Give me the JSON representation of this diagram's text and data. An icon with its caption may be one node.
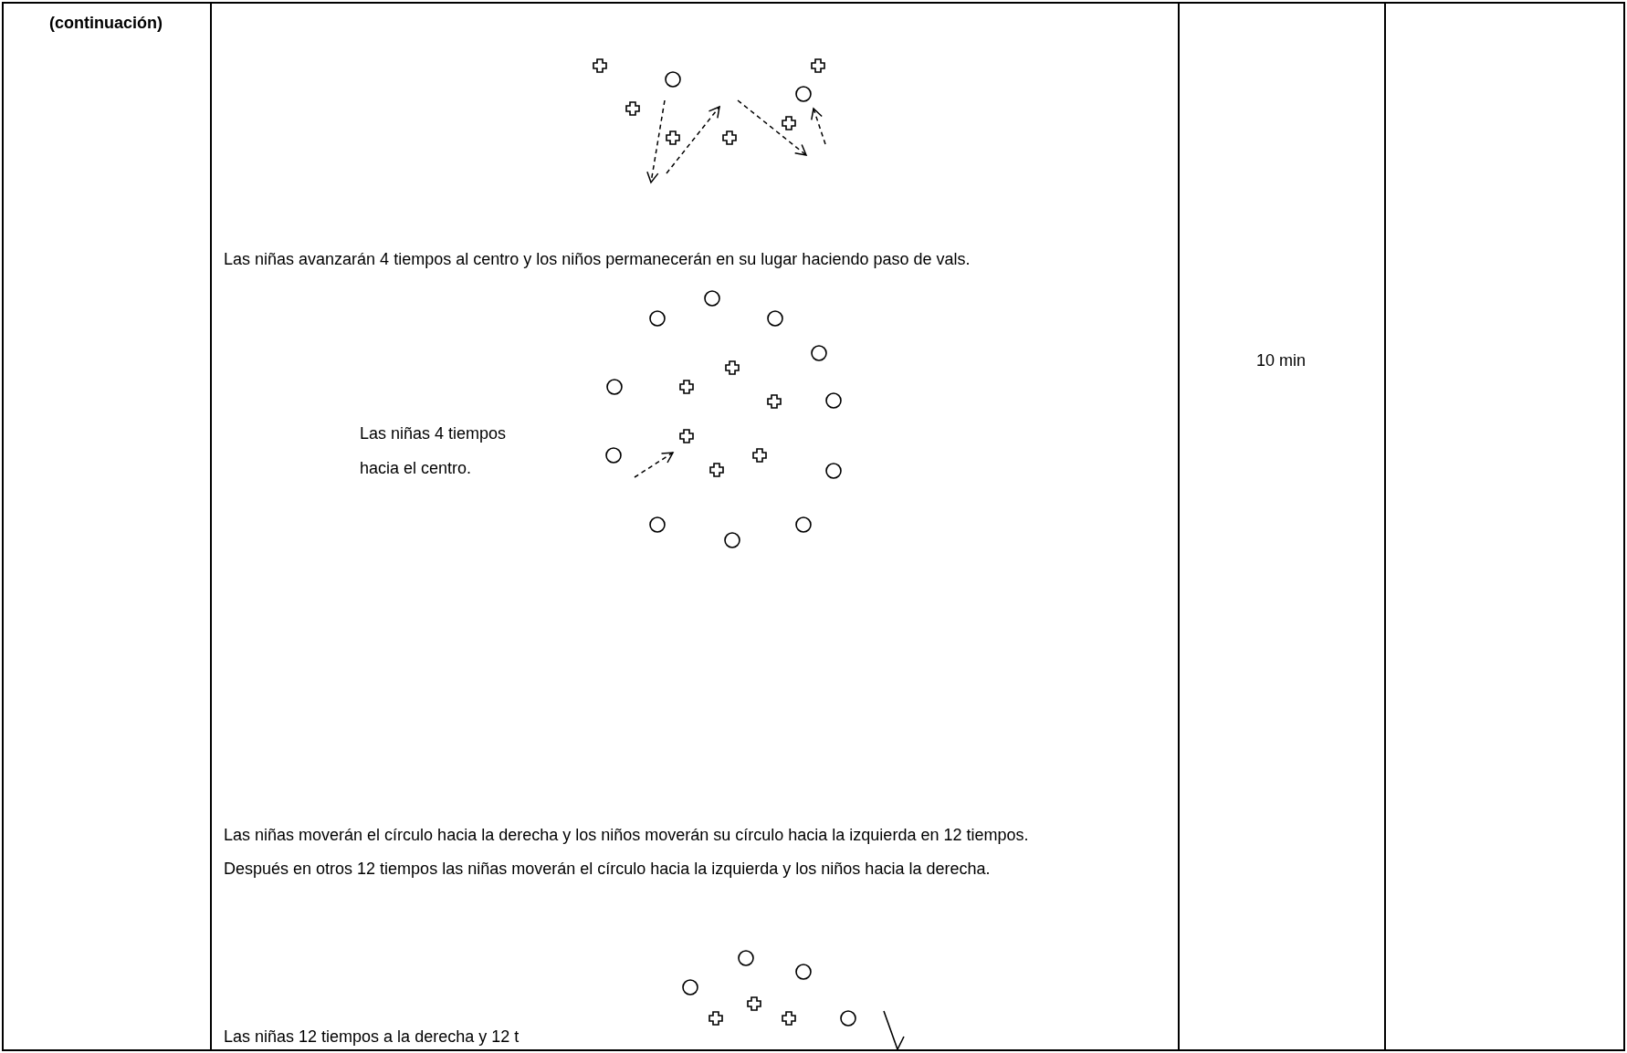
{
  "diagram": {
    "labels": [
      "(continuación)",
      "Las niñas avanzarán 4 tiempos al centro y los niños permanecerán en su lugar haciendo paso de vals.",
      "Las niñas 4 tiempos hacia el centro.",
      "10 min",
      "Las niñas moverán el círculo hacia la derecha y los niños moverán su círculo hacia la izquierda en  12 tiempos.",
      "Después en otros 12 tiempos las niñas moverán el círculo hacia la izquierda y los niños hacia la derecha.",
      "Las niñas 12 tiempos a la derecha y 12 t"
    ]
  }
}
